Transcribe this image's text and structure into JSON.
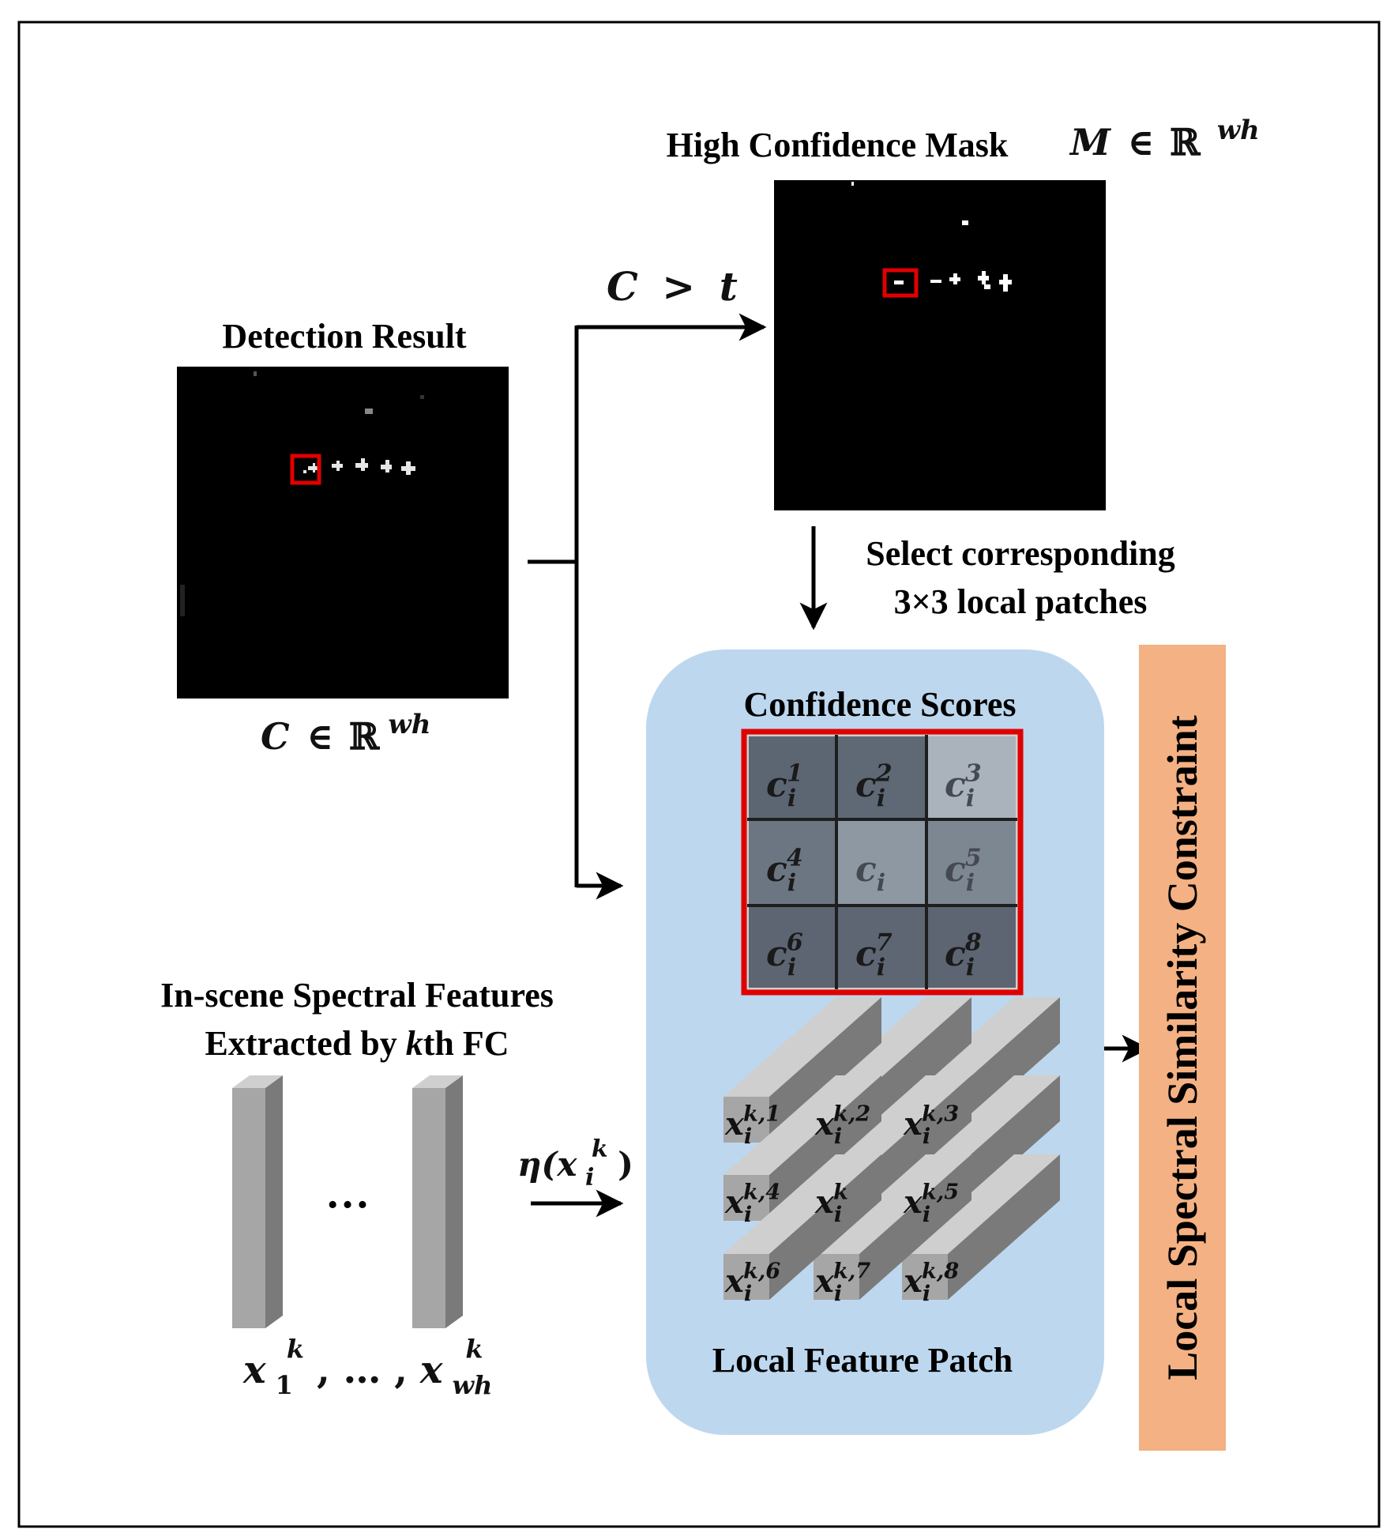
{
  "detection": {
    "title": "Detection Result",
    "formula_main": "C",
    "formula_in": "∈",
    "formula_set": "ℝ",
    "formula_sup": "wh"
  },
  "mask": {
    "title": "High Confidence Mask",
    "formula_main": "M",
    "formula_in": "∈",
    "formula_set": "ℝ",
    "formula_sup": "wh"
  },
  "threshold": {
    "lhs": "C",
    "op": ">",
    "rhs": "t"
  },
  "select": {
    "line1": "Select corresponding",
    "line2": "3×3 local patches"
  },
  "confidence": {
    "title": "Confidence Scores",
    "cells": [
      {
        "base": "c",
        "sub": "i",
        "sup": "1"
      },
      {
        "base": "c",
        "sub": "i",
        "sup": "2"
      },
      {
        "base": "c",
        "sub": "i",
        "sup": "3"
      },
      {
        "base": "c",
        "sub": "i",
        "sup": "4"
      },
      {
        "base": "c",
        "sub": "i",
        "sup": ""
      },
      {
        "base": "c",
        "sub": "i",
        "sup": "5"
      },
      {
        "base": "c",
        "sub": "i",
        "sup": "6"
      },
      {
        "base": "c",
        "sub": "i",
        "sup": "7"
      },
      {
        "base": "c",
        "sub": "i",
        "sup": "8"
      }
    ]
  },
  "features": {
    "title_line1": "In-scene Spectral Features",
    "title_line2_pre": "Extracted by ",
    "title_line2_k": "k",
    "title_line2_post": "th FC",
    "dots": "…",
    "label_x": "x",
    "label_sub1": "1",
    "label_supk": "k",
    "label_mid": ", … ,",
    "label_subwh": "wh",
    "eta_label": "η(x",
    "eta_sub": "i",
    "eta_sup": "k",
    "eta_close": ")"
  },
  "patch": {
    "title": "Local Feature Patch",
    "cells": [
      {
        "base": "x",
        "sub": "i",
        "sup": "k,1"
      },
      {
        "base": "x",
        "sub": "i",
        "sup": "k,2"
      },
      {
        "base": "x",
        "sub": "i",
        "sup": "k,3"
      },
      {
        "base": "x",
        "sub": "i",
        "sup": "k,4"
      },
      {
        "base": "x",
        "sub": "i",
        "sup": "k"
      },
      {
        "base": "x",
        "sub": "i",
        "sup": "k,5"
      },
      {
        "base": "x",
        "sub": "i",
        "sup": "k,6"
      },
      {
        "base": "x",
        "sub": "i",
        "sup": "k,7"
      },
      {
        "base": "x",
        "sub": "i",
        "sup": "k,8"
      }
    ]
  },
  "constraint": {
    "label": "Local Spectral Similarity Constraint"
  },
  "colors": {
    "panel_blue": "#bdd7ee",
    "constraint_orange": "#f4b183",
    "highlight_red": "#e00000",
    "bar_front": "#a6a6a6",
    "bar_side": "#7a7a7a",
    "bar_top": "#cfcfcf"
  }
}
